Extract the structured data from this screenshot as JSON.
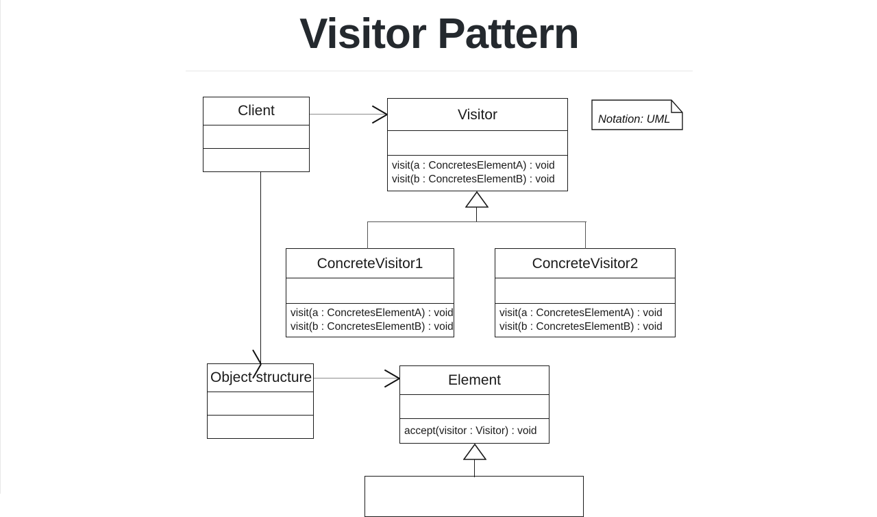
{
  "page": {
    "title": "Visitor Pattern",
    "background_color": "#ffffff",
    "line_color": "#1a1a1a",
    "connector_color": "#8c8c8c",
    "title_color": "#24292e"
  },
  "note": {
    "name": "uml-notation-note",
    "text": "Notation: UML"
  },
  "diagram": {
    "type": "uml-class-diagram",
    "classes": [
      {
        "id": "client",
        "name": "Client",
        "title_align": "center",
        "attributes": [],
        "operations": []
      },
      {
        "id": "visitor",
        "name": "Visitor",
        "title_align": "center",
        "attributes": [],
        "operations": [
          "visit(a : ConcretesElementA) : void",
          "visit(b : ConcretesElementB) : void"
        ]
      },
      {
        "id": "concrete-visitor-1",
        "name": "ConcreteVisitor1",
        "title_align": "center",
        "attributes": [],
        "operations": [
          "visit(a : ConcretesElementA) : void",
          "visit(b : ConcretesElementB) : void"
        ]
      },
      {
        "id": "concrete-visitor-2",
        "name": "ConcreteVisitor2",
        "title_align": "center",
        "attributes": [],
        "operations": [
          "visit(a : ConcretesElementA) : void",
          "visit(b : ConcretesElementB) : void"
        ]
      },
      {
        "id": "object-structure",
        "name": "Object structure",
        "title_align": "left",
        "attributes": [],
        "operations": []
      },
      {
        "id": "element",
        "name": "Element",
        "title_align": "center",
        "attributes": [],
        "operations": [
          "accept(visitor : Visitor) : void"
        ]
      },
      {
        "id": "concrete-element",
        "name": "",
        "title_align": "center",
        "attributes": [],
        "operations": []
      }
    ],
    "relations": [
      {
        "id": "client-visitor",
        "from": "client",
        "to": "visitor",
        "kind": "association-open-arrow"
      },
      {
        "id": "client-object-structure",
        "from": "client",
        "to": "object-structure",
        "kind": "association-open-arrow"
      },
      {
        "id": "object-structure-element",
        "from": "object-structure",
        "to": "element",
        "kind": "association-open-arrow"
      },
      {
        "id": "concrete-visitor-1-visitor",
        "from": "concrete-visitor-1",
        "to": "visitor",
        "kind": "generalization"
      },
      {
        "id": "concrete-visitor-2-visitor",
        "from": "concrete-visitor-2",
        "to": "visitor",
        "kind": "generalization"
      },
      {
        "id": "concrete-element-element",
        "from": "concrete-element",
        "to": "element",
        "kind": "generalization"
      }
    ]
  }
}
